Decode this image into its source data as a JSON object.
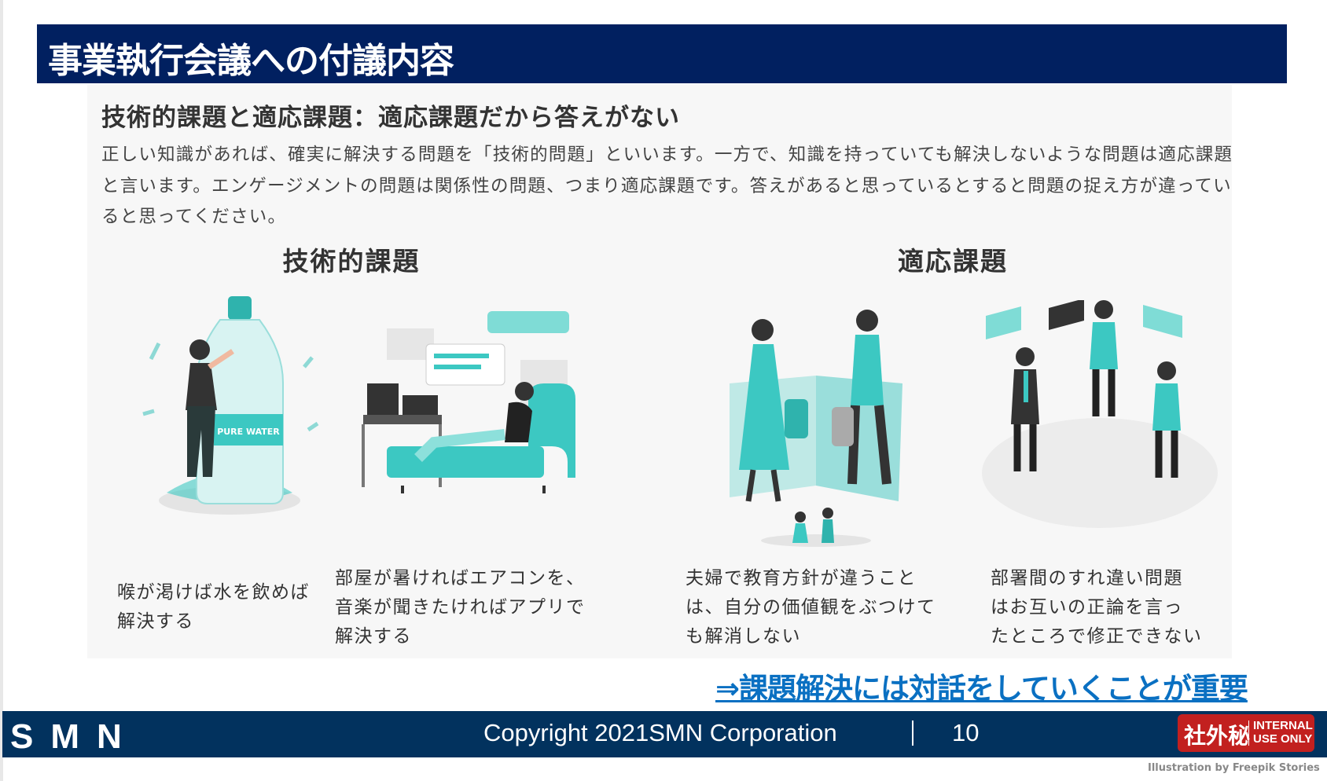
{
  "header": {
    "title": "事業執行会議への付議内容"
  },
  "content": {
    "subtitle": "技術的課題と適応課題：適応課題だから答えがない",
    "body": "正しい知識があれば、確実に解決する問題を「技術的問題」といいます。一方で、知識を持っていても解決しないような問題は適応課題と言います。エンゲージメントの問題は関係性の問題、つまり適応課題です。答えがあると思っているとすると問題の捉え方が違っていると思ってください。",
    "columns": [
      {
        "heading": "技術的課題",
        "items": [
          {
            "caption": [
              "喉が渇けば水を飲めば",
              "解決する"
            ],
            "bottle_label": "PURE WATER"
          },
          {
            "caption": [
              "部屋が暑ければエアコンを、",
              "音楽が聞きたければアプリで",
              "解決する"
            ]
          }
        ]
      },
      {
        "heading": "適応課題",
        "items": [
          {
            "caption": [
              "夫婦で教育方針が違うこと",
              "は、自分の価値観をぶつけて",
              "も解消しない"
            ]
          },
          {
            "caption": [
              "部署間のすれ違い問題",
              "はお互いの正論を言っ",
              "たところで修正できない"
            ]
          }
        ]
      }
    ],
    "conclusion": "⇒課題解決には対話をしていくことが重要"
  },
  "footer": {
    "logo": "SMN",
    "copyright": "Copyright 2021SMN Corporation",
    "page": "10",
    "stamp": {
      "jp": "社外秘",
      "en1": "INTERNAL",
      "en2": "USE ONLY"
    }
  },
  "credit": "Illustration by Freepik Stories",
  "colors": {
    "header": "#012060",
    "footer": "#02325e",
    "accent": "#0a70c2",
    "teal": "#3cc8c2",
    "stamp": "#c2201f"
  }
}
